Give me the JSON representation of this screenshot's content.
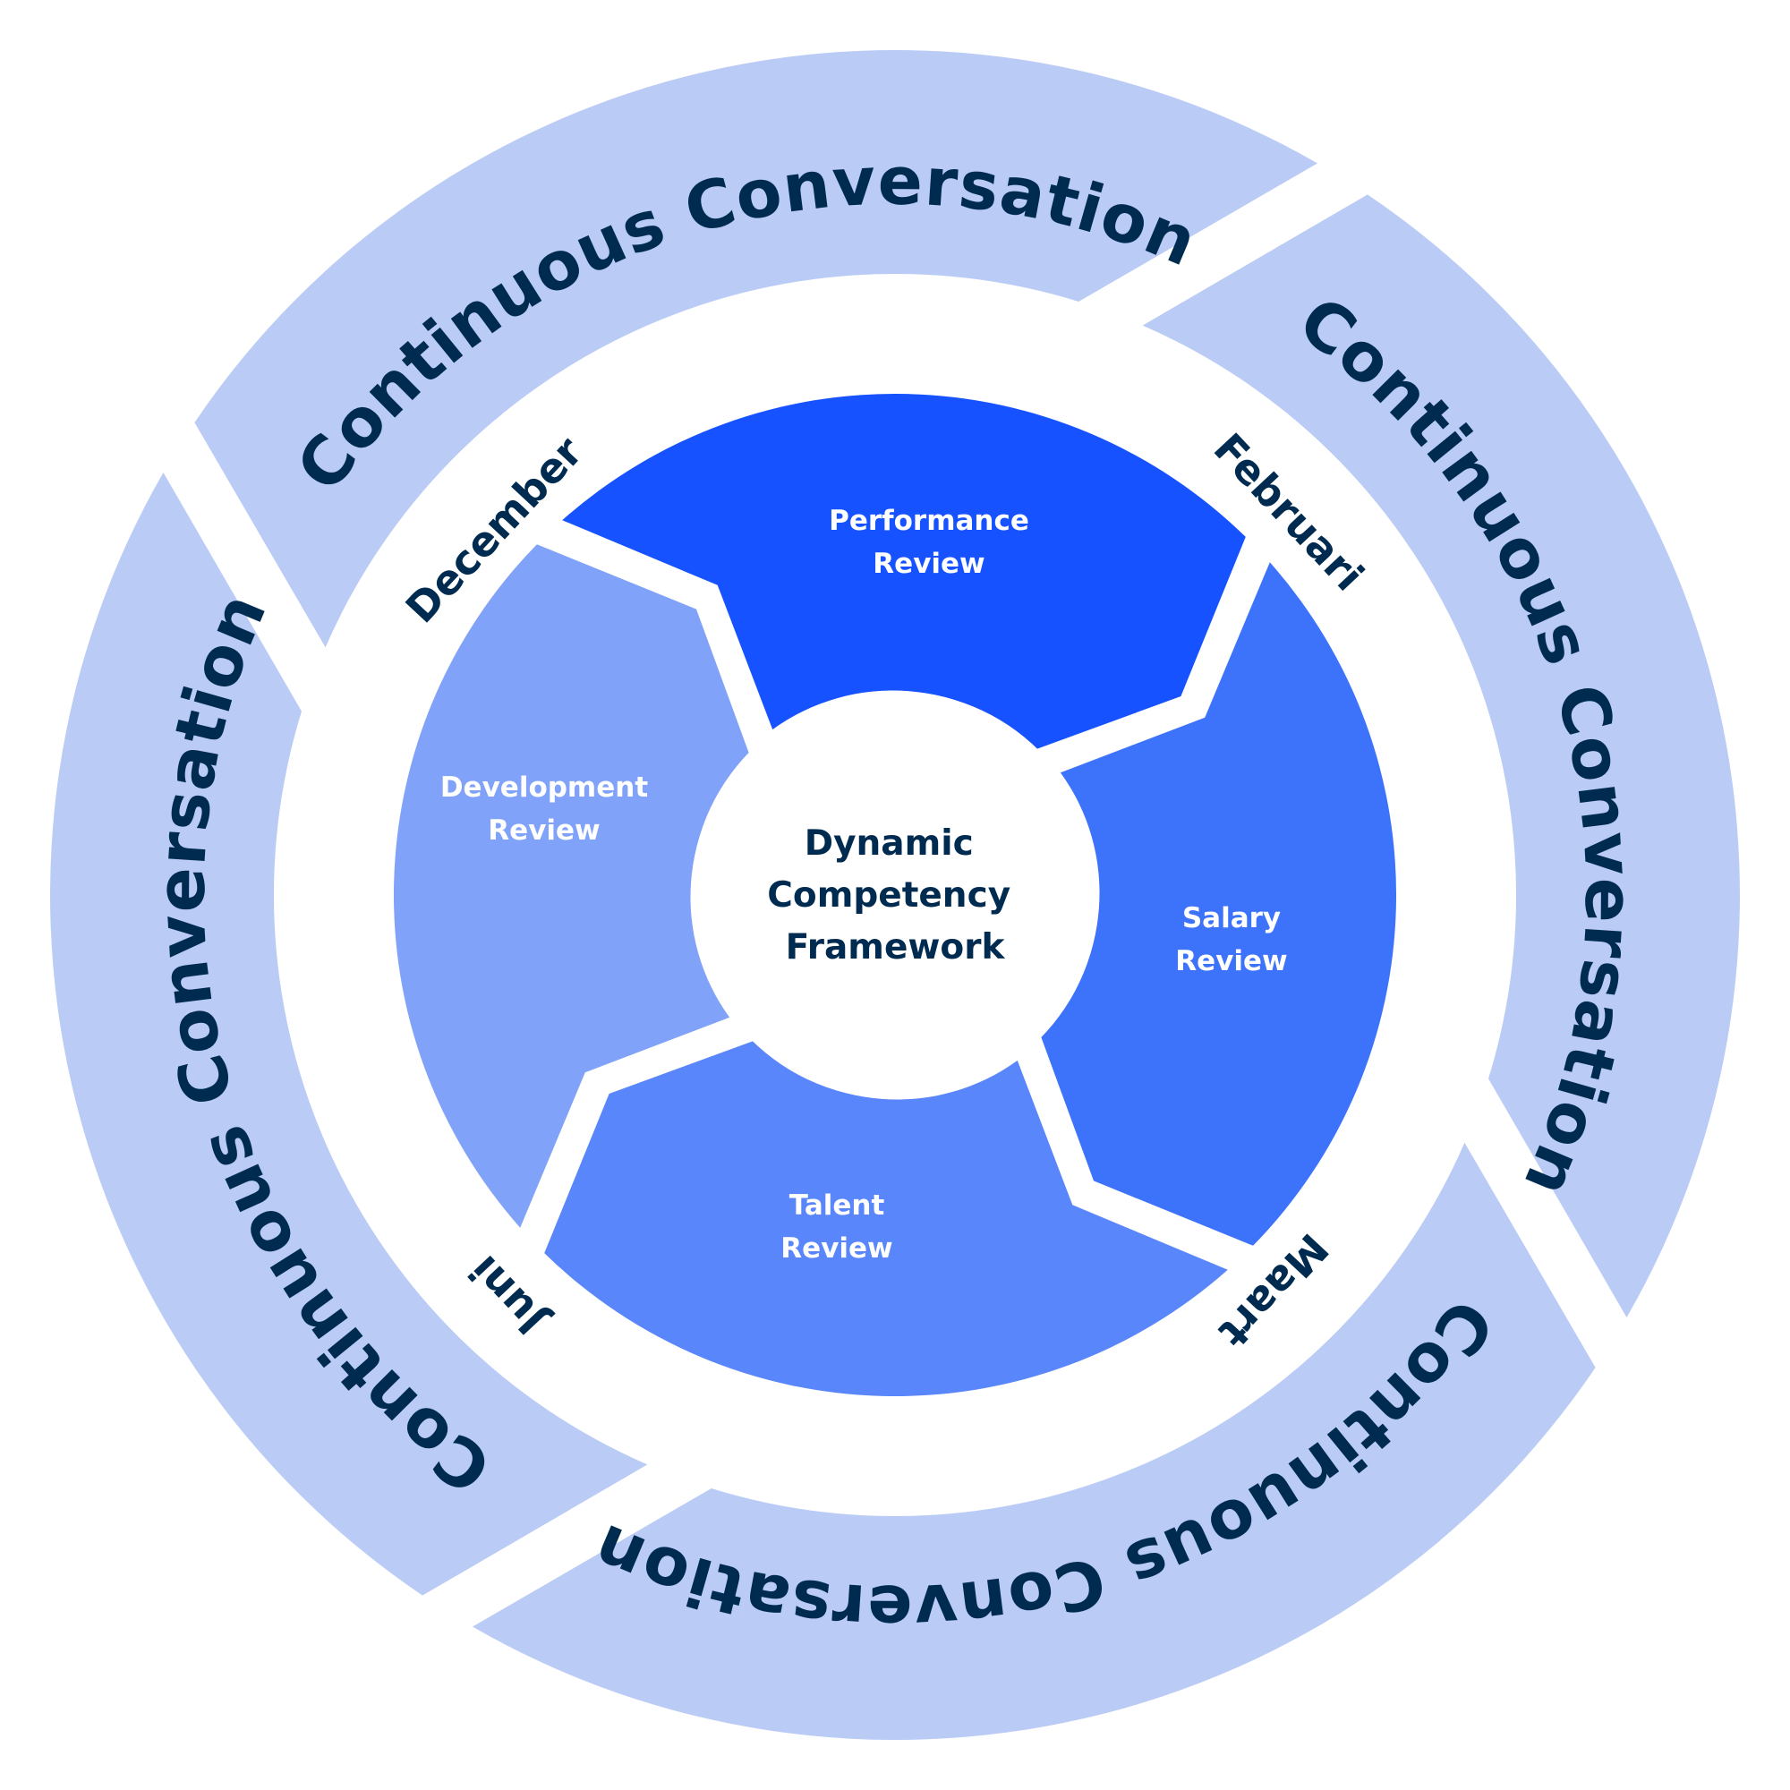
{
  "diagram": {
    "title": "Dynamic Competency Framework cycle",
    "center": {
      "lines": [
        "Dynamic",
        "Competency",
        "Framework"
      ],
      "fill": "#FFFFFF",
      "text_color": "#002B50"
    },
    "outer_ring": {
      "color": "#BACBF6",
      "text_color": "#002B50",
      "segments": [
        {
          "label": "Continuous Conversation",
          "position": "top"
        },
        {
          "label": "Continuous Conversation",
          "position": "right"
        },
        {
          "label": "Continuous Conversation",
          "position": "bottom"
        },
        {
          "label": "Continuous Conversation",
          "position": "left"
        }
      ]
    },
    "review_segments": [
      {
        "lines": [
          "Performance",
          "Review"
        ],
        "color": "#1652FF",
        "position": "top"
      },
      {
        "lines": [
          "Salary",
          "Review"
        ],
        "color": "#3D73FB",
        "position": "right"
      },
      {
        "lines": [
          "Talent",
          "Review"
        ],
        "color": "#5A86FB",
        "position": "bottom"
      },
      {
        "lines": [
          "Development",
          "Review"
        ],
        "color": "#80A2F8",
        "position": "left"
      }
    ],
    "months": [
      {
        "label": "December",
        "position": "top-left"
      },
      {
        "label": "Februari",
        "position": "top-right"
      },
      {
        "label": "Maart",
        "position": "bottom-right"
      },
      {
        "label": "Juni",
        "position": "bottom-left"
      }
    ]
  }
}
